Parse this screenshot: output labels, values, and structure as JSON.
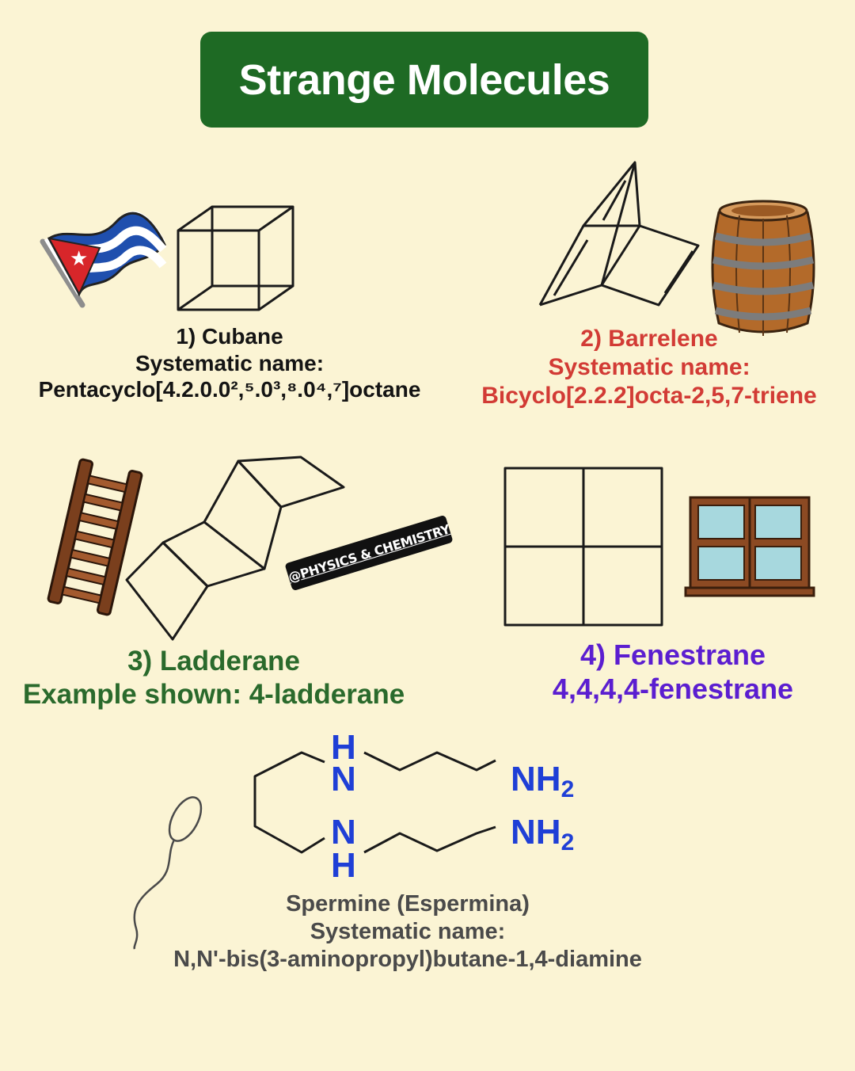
{
  "title": "Strange Molecules",
  "watermark": "@PHYSICS & CHEMISTRY",
  "molecules": [
    {
      "name": "1) Cubane",
      "label": "Systematic name:",
      "systematic": "Pentacyclo[4.2.0.0²,⁵.0³,⁸.0⁴,⁷]octane",
      "color": "#141414",
      "icon": "cuban-flag-icon"
    },
    {
      "name": "2) Barrelene",
      "label": "Systematic name:",
      "systematic": "Bicyclo[2.2.2]octa-2,5,7-triene",
      "color": "#d23b35",
      "icon": "barrel-icon"
    },
    {
      "name": "3) Ladderane",
      "systematic": "Example shown: 4-ladderane",
      "color": "#2a6a2c",
      "icon": "ladder-icon"
    },
    {
      "name": "4) Fenestrane",
      "systematic": "4,4,4,4-fenestrane",
      "color": "#5b1ed0",
      "icon": "window-icon"
    },
    {
      "name": "Spermine (Espermina)",
      "label": "Systematic name:",
      "systematic": "N,N'-bis(3-aminopropyl)butane-1,4-diamine",
      "color": "#4a4a4a",
      "icon": "sperm-icon"
    }
  ],
  "spermine_atoms": {
    "h": "H",
    "n": "N",
    "nh": "NH",
    "two": "2"
  },
  "atom_color": "#1f3fd6"
}
